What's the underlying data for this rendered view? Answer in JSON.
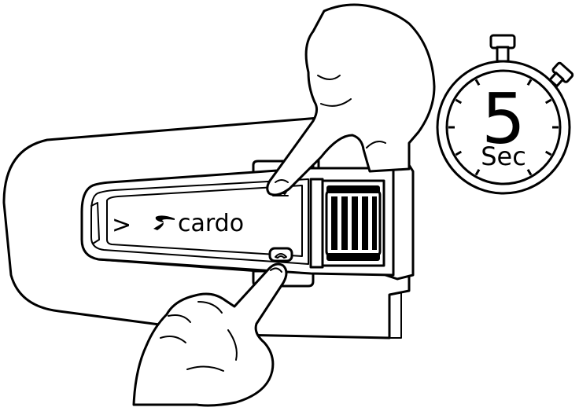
{
  "device": {
    "brand": "cardo",
    "arrow_glyph": ">"
  },
  "timer": {
    "value": "5",
    "unit": "Sec"
  },
  "icons": {
    "upper_button": "phone-icon",
    "lower_button": "phone-icon",
    "stopwatch": "stopwatch-icon"
  },
  "colors": {
    "line": "#000000",
    "fill": "#ffffff"
  }
}
